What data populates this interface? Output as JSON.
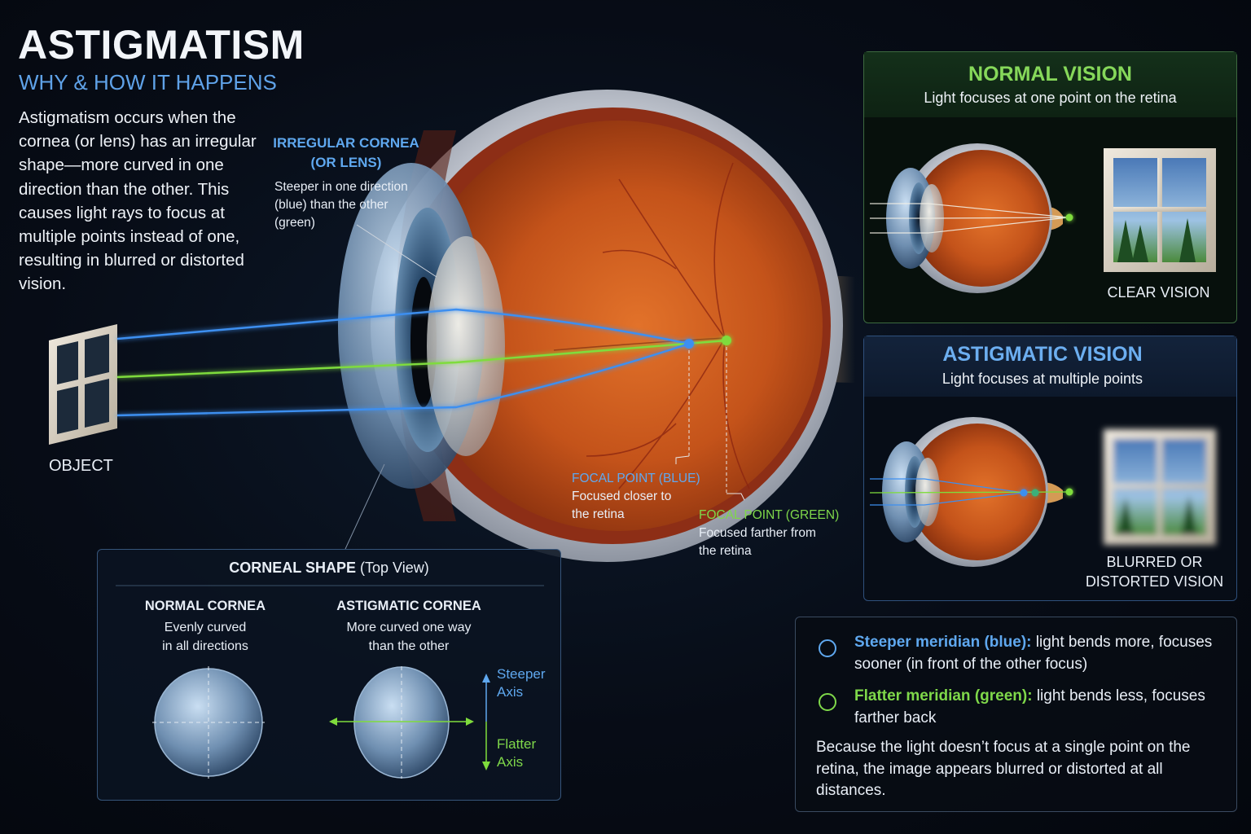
{
  "header": {
    "title": "ASTIGMATISM",
    "subtitle": "WHY & HOW IT HAPPENS",
    "intro": "Astigmatism occurs when the cornea (or lens) has an irregular shape—more curved in one direction than the other. This causes light rays to focus at multiple points instead of one, resulting in blurred or distorted vision."
  },
  "main_diagram": {
    "irregular_cornea_title_1": "IRREGULAR CORNEA",
    "irregular_cornea_title_2": "(OR LENS)",
    "irregular_cornea_desc": "Steeper in one direction (blue) than the other (green)",
    "object_label": "OBJECT",
    "focal_blue_title": "FOCAL POINT (BLUE)",
    "focal_blue_desc_1": "Focused closer to",
    "focal_blue_desc_2": "the retina",
    "focal_green_title": "FOCAL POINT (GREEN)",
    "focal_green_desc_1": "Focused farther from",
    "focal_green_desc_2": "the retina"
  },
  "normal_vision": {
    "title": "NORMAL VISION",
    "subtitle": "Light focuses at one point on the retina",
    "result_label": "CLEAR VISION"
  },
  "astigmatic_vision": {
    "title": "ASTIGMATIC VISION",
    "subtitle": "Light focuses at multiple points",
    "result_label_1": "BLURRED OR",
    "result_label_2": "DISTORTED VISION"
  },
  "corneal_shape": {
    "heading": "CORNEAL SHAPE",
    "heading_note": "(Top View)",
    "normal_title": "NORMAL CORNEA",
    "normal_desc_1": "Evenly curved",
    "normal_desc_2": "in all directions",
    "astig_title": "ASTIGMATIC CORNEA",
    "astig_desc_1": "More curved one way",
    "astig_desc_2": "than the other",
    "steeper_1": "Steeper",
    "steeper_2": "Axis",
    "flatter_1": "Flatter",
    "flatter_2": "Axis"
  },
  "legend": {
    "steeper_label": "Steeper meridian (blue):",
    "steeper_text": " light bends more, focuses sooner (in front of the other focus)",
    "flatter_label": "Flatter meridian (green):",
    "flatter_text": " light bends less, focuses farther back",
    "note": "Because the light doesn’t focus at a single point on the retina, the image appears blurred or distorted at all distances."
  },
  "colors": {
    "blue_ray": "#3d8ff0",
    "green_ray": "#7fdc3c",
    "accent_blue": "#5fa8ef",
    "accent_green": "#7fd84a"
  }
}
